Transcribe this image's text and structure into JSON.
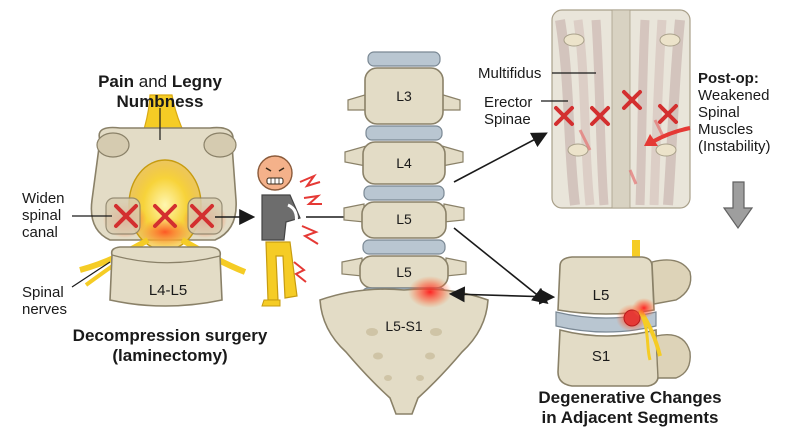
{
  "symptom": {
    "pain": "Pain",
    "and": "and",
    "legny": "Legny",
    "numbness": "Numbness"
  },
  "left_labels": {
    "widen_line1": "Widen",
    "widen_line2": "spinal",
    "widen_line3": "canal",
    "nerves_line1": "Spinal",
    "nerves_line2": "nerves",
    "segment": "L4-L5"
  },
  "surgery": {
    "line1": "Decompression surgery",
    "line2": "(laminectomy)"
  },
  "vertebrae": [
    "L3",
    "L4",
    "L5",
    "L5",
    "L5-S1"
  ],
  "muscles": {
    "multifidus": "Multifidus",
    "erector_line1": "Erector",
    "erector_line2": "Spinae"
  },
  "postop": {
    "heading": "Post-op:",
    "line1": "Weakened",
    "line2": "Spinal",
    "line3": "Muscles",
    "line4": "(Instability)"
  },
  "adjacent": {
    "upper": "L5",
    "lower": "S1"
  },
  "degenerative": {
    "line1": "Degenerative Changes",
    "line2": "in Adjacent Segments"
  },
  "colors": {
    "bone": "#e3dcc6",
    "bone_edge": "#8a8168",
    "disc": "#b9c6d1",
    "nerve": "#f2c21b",
    "mark": "#d32f2f",
    "inflame": "#e53935"
  }
}
